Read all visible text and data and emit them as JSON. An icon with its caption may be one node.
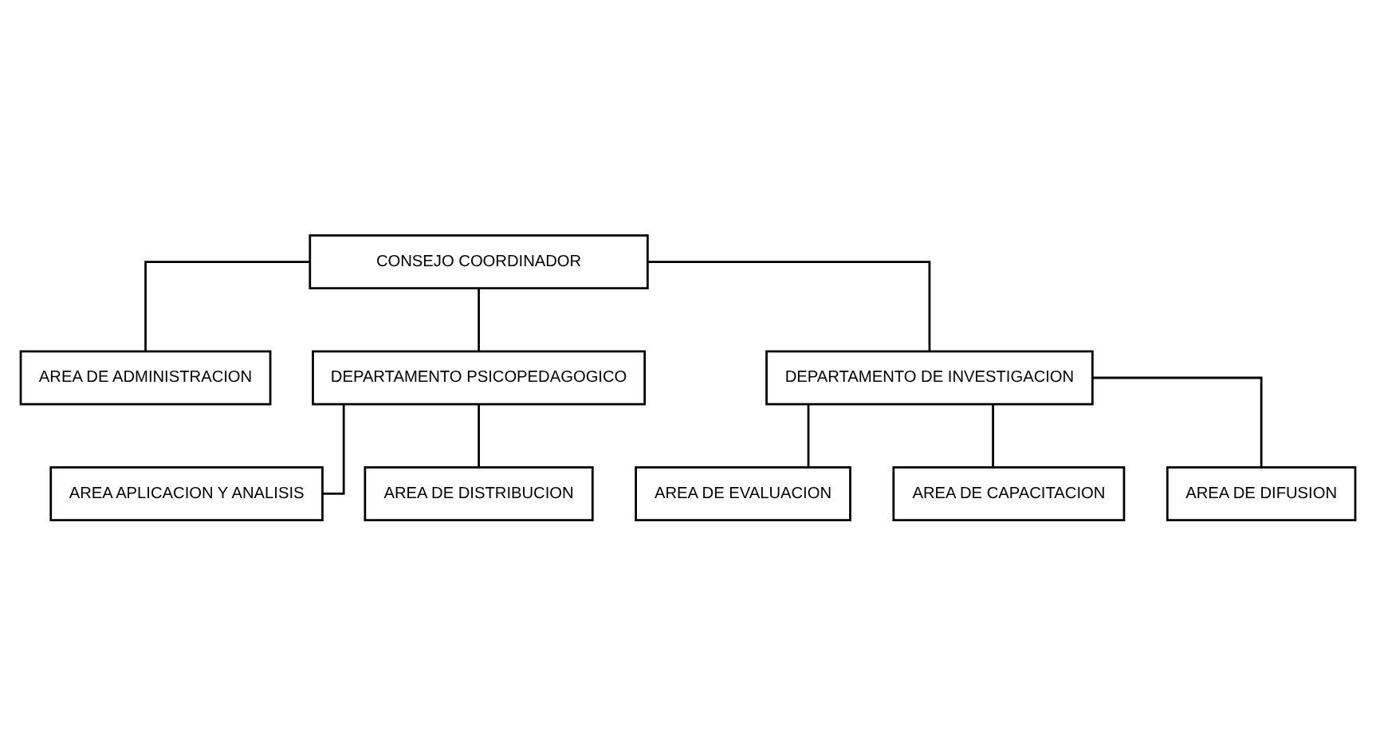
{
  "diagram": {
    "nodes": [
      {
        "text": [
          "CONSEJO COORDINADOR"
        ]
      },
      {
        "text": [
          "AREA DE ADMINISTRACION"
        ]
      },
      {
        "text": [
          "DEPARTAMENTO PSICOPEDAGOGICO"
        ]
      },
      {
        "text": [
          "DEPARTAMENTO DE INVESTIGACION"
        ]
      },
      {
        "text": [
          "AREA APLICACION Y ANALISIS"
        ]
      },
      {
        "text": [
          "AREA DE DISTRIBUCION"
        ]
      },
      {
        "text": [
          "AREA DE EVALUACION"
        ]
      },
      {
        "text": [
          "AREA DE CAPACITACION"
        ]
      },
      {
        "text": [
          "AREA DE DIFUSION"
        ]
      }
    ],
    "edges": [
      {
        "from": 0,
        "to": 1,
        "arrow": "none"
      },
      {
        "from": 0,
        "to": 2,
        "arrow": "none"
      },
      {
        "from": 0,
        "to": 3,
        "arrow": "none"
      },
      {
        "from": 2,
        "to": 4,
        "arrow": "none"
      },
      {
        "from": 2,
        "to": 5,
        "arrow": "none"
      },
      {
        "from": 3,
        "to": 6,
        "arrow": "none"
      },
      {
        "from": 3,
        "to": 7,
        "arrow": "none"
      },
      {
        "from": 3,
        "to": 8,
        "arrow": "none"
      }
    ]
  }
}
